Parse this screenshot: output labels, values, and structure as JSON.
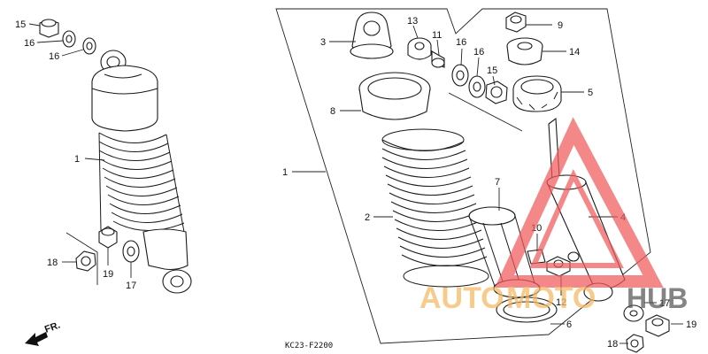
{
  "diagram_code": "KC23-F2200",
  "front_arrow": "FR.",
  "watermark": {
    "text_auto": "AUTO",
    "text_moto": "MOTO",
    "text_hub": "HUB",
    "color_orange": "#f4b860",
    "color_red": "#f05a5a",
    "color_gray": "#555555"
  },
  "left_callouts": [
    "15",
    "16",
    "16",
    "1",
    "18",
    "19",
    "17"
  ],
  "right_callouts": [
    "3",
    "13",
    "11",
    "16",
    "16",
    "15",
    "8",
    "9",
    "14",
    "5",
    "1",
    "2",
    "7",
    "4",
    "10",
    "12",
    "6",
    "17",
    "19",
    "18"
  ]
}
